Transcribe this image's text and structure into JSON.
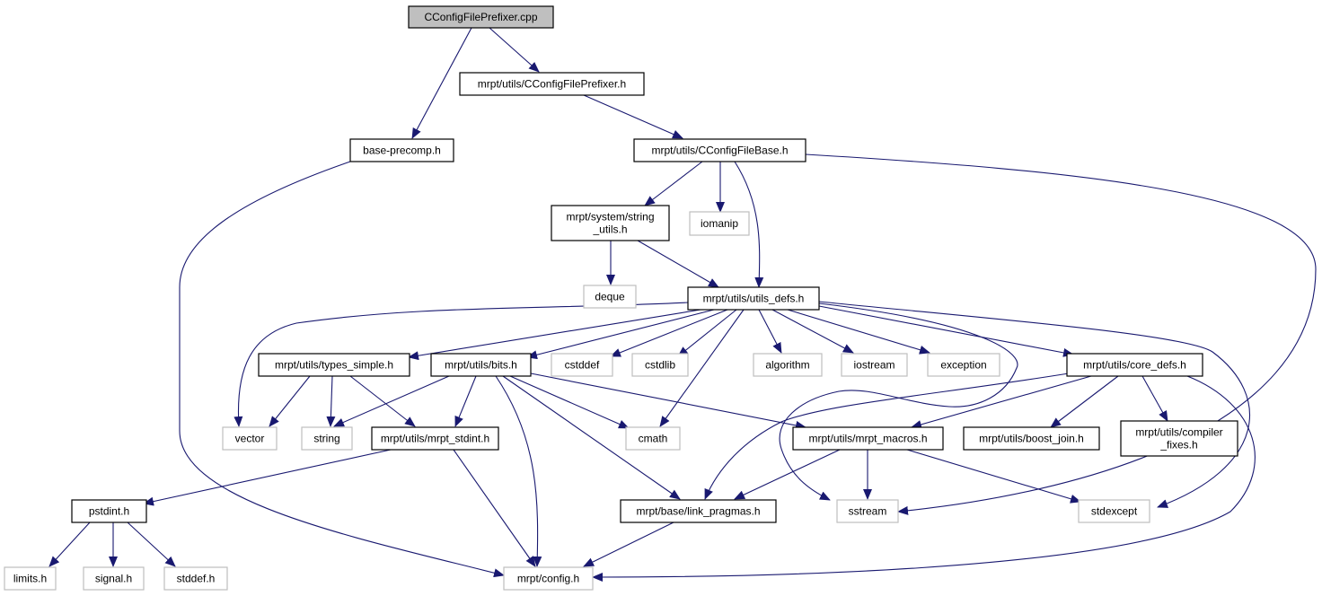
{
  "graph": {
    "title": "CConfigFilePrefixer.cpp include dependency graph",
    "edge_color": "#191970",
    "root_fill": "#bfbfbf",
    "external_border": "#bfbfbf",
    "nodes": {
      "main": {
        "lines": [
          "CConfigFilePrefixer.cpp"
        ]
      },
      "prefixer_h": {
        "lines": [
          "mrpt/utils/CConfigFilePrefixer.h"
        ]
      },
      "base_precomp": {
        "lines": [
          "base-precomp.h"
        ]
      },
      "cfgbase": {
        "lines": [
          "mrpt/utils/CConfigFileBase.h"
        ]
      },
      "string_utils": {
        "lines": [
          "mrpt/system/string",
          "_utils.h"
        ]
      },
      "iomanip": {
        "lines": [
          "iomanip"
        ]
      },
      "deque": {
        "lines": [
          "deque"
        ]
      },
      "utils_defs": {
        "lines": [
          "mrpt/utils/utils_defs.h"
        ]
      },
      "types_simple": {
        "lines": [
          "mrpt/utils/types_simple.h"
        ]
      },
      "bits": {
        "lines": [
          "mrpt/utils/bits.h"
        ]
      },
      "cstddef": {
        "lines": [
          "cstddef"
        ]
      },
      "cstdlib": {
        "lines": [
          "cstdlib"
        ]
      },
      "algorithm": {
        "lines": [
          "algorithm"
        ]
      },
      "iostream": {
        "lines": [
          "iostream"
        ]
      },
      "exception": {
        "lines": [
          "exception"
        ]
      },
      "core_defs": {
        "lines": [
          "mrpt/utils/core_defs.h"
        ]
      },
      "vector": {
        "lines": [
          "vector"
        ]
      },
      "string": {
        "lines": [
          "string"
        ]
      },
      "mrpt_stdint": {
        "lines": [
          "mrpt/utils/mrpt_stdint.h"
        ]
      },
      "cmath": {
        "lines": [
          "cmath"
        ]
      },
      "mrpt_macros": {
        "lines": [
          "mrpt/utils/mrpt_macros.h"
        ]
      },
      "boost_join": {
        "lines": [
          "mrpt/utils/boost_join.h"
        ]
      },
      "compiler_fixes": {
        "lines": [
          "mrpt/utils/compiler",
          "_fixes.h"
        ]
      },
      "pstdint": {
        "lines": [
          "pstdint.h"
        ]
      },
      "link_pragmas": {
        "lines": [
          "mrpt/base/link_pragmas.h"
        ]
      },
      "sstream": {
        "lines": [
          "sstream"
        ]
      },
      "stdexcept": {
        "lines": [
          "stdexcept"
        ]
      },
      "limits": {
        "lines": [
          "limits.h"
        ]
      },
      "signal": {
        "lines": [
          "signal.h"
        ]
      },
      "stddef": {
        "lines": [
          "stddef.h"
        ]
      },
      "config": {
        "lines": [
          "mrpt/config.h"
        ]
      }
    }
  }
}
